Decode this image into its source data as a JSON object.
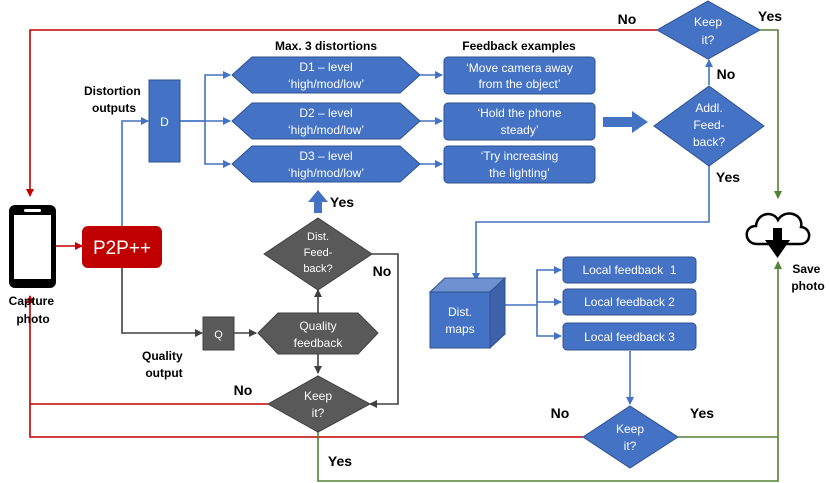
{
  "colors": {
    "blue": "#4472C4",
    "blue_dark": "#2F528F",
    "red": "#C00000",
    "green": "#548235",
    "dark_gray": "#595959",
    "gray_edge": "#404040"
  },
  "input": {
    "caption_line1": "Capture",
    "caption_line2": "photo",
    "icon": "phone-icon"
  },
  "p2p": {
    "label": "P2P++"
  },
  "distortion": {
    "box_label": "D",
    "outputs_line1": "Distortion",
    "outputs_line2": "outputs",
    "max_title": "Max. 3 distortions",
    "items": [
      {
        "line1": "D1 – level",
        "line2": "‘high/mod/low’"
      },
      {
        "line1": "D2 – level",
        "line2": "‘high/mod/low’"
      },
      {
        "line1": "D3 – level",
        "line2": "‘high/mod/low’"
      }
    ]
  },
  "feedback": {
    "title": "Feedback examples",
    "items": [
      {
        "line1": "‘Move camera away",
        "line2": "from the object’"
      },
      {
        "line1": "‘Hold the phone",
        "line2": "steady’"
      },
      {
        "line1": "‘Try increasing",
        "line2": "the lighting’"
      }
    ]
  },
  "quality": {
    "box_label": "Q",
    "output_line1": "Quality",
    "output_line2": "output",
    "feedback_line1": "Quality",
    "feedback_line2": "feedback"
  },
  "dist_feedback_decision": {
    "line1": "Dist.",
    "line2": "Feed-",
    "line3": "back?"
  },
  "addl_feedback_decision": {
    "line1": "Addl.",
    "line2": "Feed-",
    "line3": "back?"
  },
  "keep_top": {
    "line1": "Keep",
    "line2": "it?"
  },
  "keep_mid": {
    "line1": "Keep",
    "line2": "it?"
  },
  "keep_right": {
    "line1": "Keep",
    "line2": "it?"
  },
  "dist_maps": {
    "line1": "Dist.",
    "line2": "maps"
  },
  "local_feedback": [
    "Local feedback  1",
    "Local feedback 2",
    "Local feedback 3"
  ],
  "save": {
    "line1": "Save",
    "line2": "photo",
    "icon": "cloud-download-icon"
  },
  "labels": {
    "yes": "Yes",
    "no": "No"
  }
}
